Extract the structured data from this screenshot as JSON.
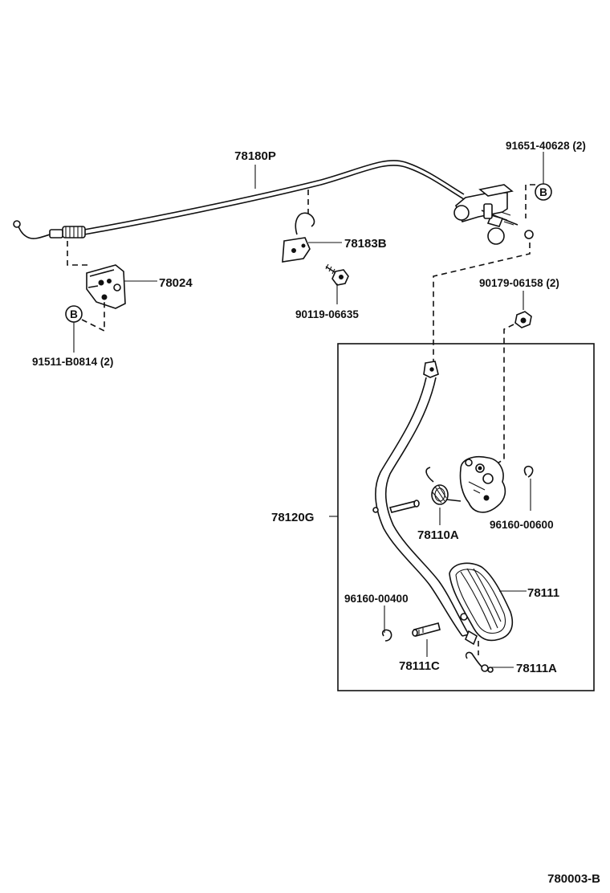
{
  "diagram_id": "780003-B",
  "labels": {
    "cable": "78180P",
    "bolt_top": "91651-40628 (2)",
    "bracket_cable": "78183B",
    "bracket_left": "78024",
    "bolt_mid": "90119-06635",
    "bolt_left": "91511-B0814 (2)",
    "nut_right": "90179-06158 (2)",
    "pedal_lever": "78120G",
    "spring": "78110A",
    "clip_right": "96160-00600",
    "pedal_pad": "78111",
    "clip_left": "96160-00400",
    "pin": "78111C",
    "clip_pad": "78111A"
  },
  "ref_markers": {
    "top_right": "B",
    "left": "B"
  }
}
